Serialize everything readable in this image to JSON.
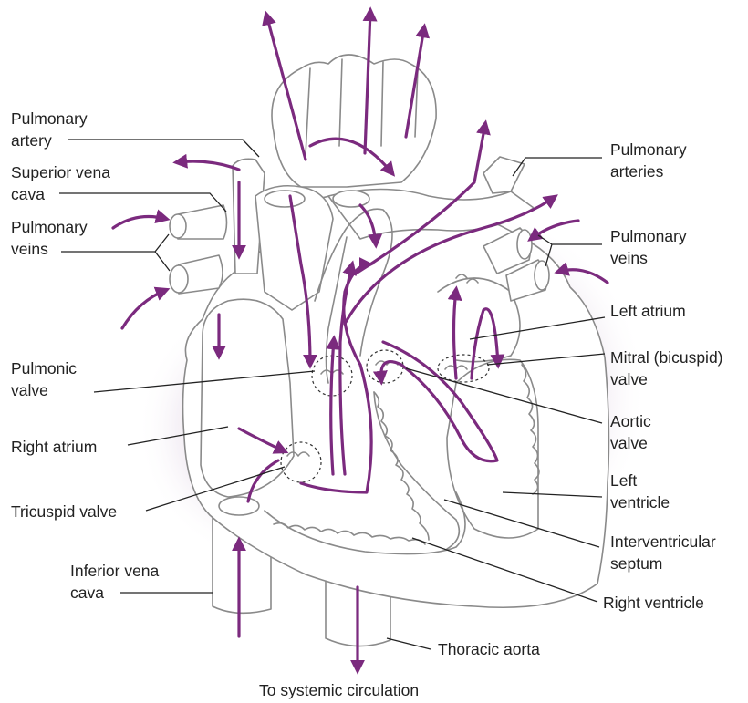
{
  "colors": {
    "flow": "#7b2a7e",
    "outline": "#8a8a8a",
    "shadow": "#e7dcea",
    "label": "#222222"
  },
  "labels": {
    "pulmonary_artery": [
      "Pulmonary",
      "artery"
    ],
    "superior_vena_cava": [
      "Superior vena",
      "cava"
    ],
    "pulmonary_veins_left": [
      "Pulmonary",
      "veins"
    ],
    "pulmonic_valve": [
      "Pulmonic",
      "valve"
    ],
    "right_atrium": [
      "Right atrium"
    ],
    "tricuspid_valve": [
      "Tricuspid valve"
    ],
    "inferior_vena_cava": [
      "Inferior vena",
      "cava"
    ],
    "pulmonary_arteries": [
      "Pulmonary",
      "arteries"
    ],
    "pulmonary_veins_right": [
      "Pulmonary",
      "veins"
    ],
    "left_atrium": [
      "Left atrium"
    ],
    "mitral_valve": [
      "Mitral (bicuspid)",
      "valve"
    ],
    "aortic_valve": [
      "Aortic",
      "valve"
    ],
    "left_ventricle": [
      "Left",
      "ventricle"
    ],
    "interventricular_septum": [
      "Interventricular",
      "septum"
    ],
    "right_ventricle": [
      "Right ventricle"
    ],
    "thoracic_aorta": [
      "Thoracic aorta"
    ],
    "systemic_circulation": [
      "To systemic circulation"
    ]
  }
}
